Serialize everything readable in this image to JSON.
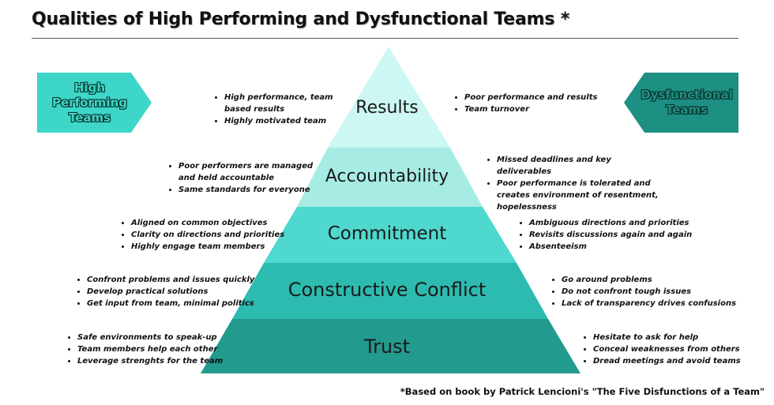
{
  "title": "Qualities of High Performing and Dysfunctional Teams *",
  "tags": {
    "high": "High Performing Teams",
    "dys": "Dysfunctional Teams"
  },
  "tiers": [
    {
      "label": "Results",
      "color": "#ccf7f3",
      "high": [
        "High performance, team based results",
        "Highly motivated team"
      ],
      "dys": [
        "Poor performance and results",
        "Team turnover"
      ]
    },
    {
      "label": "Accountability",
      "color": "#a6ece4",
      "high": [
        "Poor performers are managed and held accountable",
        "Same standards for everyone"
      ],
      "dys": [
        "Missed deadlines and key deliverables",
        "Poor performance is tolerated and creates environment of resentment, hopelessness"
      ]
    },
    {
      "label": "Commitment",
      "color": "#4ed8ce",
      "high": [
        "Aligned on common objectives",
        "Clarity on directions and priorities",
        "Highly engage team members"
      ],
      "dys": [
        "Ambiguous directions and priorities",
        "Revisits discussions again and again",
        "Absenteeism"
      ]
    },
    {
      "label": "Constructive Conflict",
      "color": "#2dbbb0",
      "high": [
        "Confront problems and issues quickly",
        "Develop practical solutions",
        "Get input from team, minimal politics"
      ],
      "dys": [
        "Go around problems",
        "Do not confront tough issues",
        "Lack of transparency drives confusions"
      ]
    },
    {
      "label": "Trust",
      "color": "#229a8e",
      "high": [
        "Safe environments to speak-up",
        "Team members help each other",
        "Leverage strenghts for the team"
      ],
      "dys": [
        "Hesitate to ask for help",
        "Conceal weaknesses from others",
        "Dread meetings and avoid teams"
      ]
    }
  ],
  "footnote": "*Based on book by Patrick Lencioni's \"The Five Disfunctions of a Team\""
}
